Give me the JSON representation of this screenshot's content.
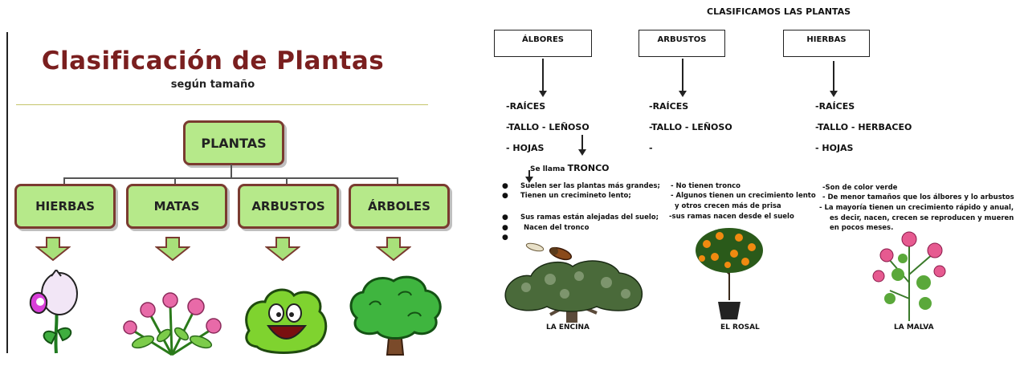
{
  "left": {
    "title": "Clasificación de Plantas",
    "subtitle": "según tamaño",
    "root": "PLANTAS",
    "categories": [
      "HIERBAS",
      "MATAS",
      "ARBUSTOS",
      "ÁRBOLES"
    ],
    "colors": {
      "box_fill": "#b6e98a",
      "box_border": "#7a3b30",
      "title": "#7a1f1f",
      "arrow_fill": "#a8e07a"
    }
  },
  "right": {
    "title": "CLASIFICAMOS LAS PLANTAS",
    "headers": [
      "ÁLBORES",
      "ARBUSTOS",
      "HIERBAS"
    ],
    "col1": {
      "parts": [
        "-RAÍCES",
        "-TALLO - LEÑOSO",
        "- HOJAS"
      ],
      "se_llama": "Se llama",
      "tronco": "TRONCO",
      "bullets": [
        "Suelen ser las plantas más grandes;",
        "Tienen un crecimineto lento;",
        "Sus ramas están alejadas del suelo;",
        "Nacen del tronco"
      ],
      "caption": "LA ENCINA"
    },
    "col2": {
      "parts": [
        "-RAÍCES",
        "-TALLO - LEÑOSO",
        "-"
      ],
      "lines": [
        "- No tienen tronco",
        "-  Algunos tienen un crecimiento lento",
        "   y otros crecen más de prisa",
        "-sus ramas nacen desde el suelo"
      ],
      "caption": "EL ROSAL"
    },
    "col3": {
      "parts": [
        "-RAÍCES",
        "-TALLO - HERBACEO",
        "- HOJAS"
      ],
      "lines": [
        "-Son de color verde",
        "- De menor tamaños que los álbores y lo arbustos",
        "- La mayoría tienen un crecimiento rápido y anual,",
        "es decir, nacen, crecen se reproducen y mueren",
        "en pocos meses."
      ],
      "caption": "LA MALVA"
    }
  }
}
